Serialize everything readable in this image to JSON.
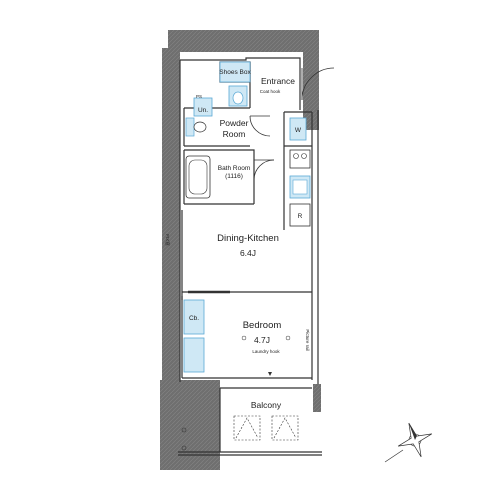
{
  "floorplan": {
    "rooms": {
      "shoes_box": "Shoes Box",
      "entrance": "Entrance",
      "coat_hook": "Coat hook",
      "ps": "PS",
      "un": "Un.",
      "powder_room_line1": "Powder",
      "powder_room_line2": "Room",
      "w": "W",
      "bath_room": "Bath Room",
      "bath_size": "(1116)",
      "r": "R",
      "dining_kitchen": "Dining-Kitchen",
      "dining_kitchen_size": "6.4J",
      "cb": "Cb.",
      "bedroom": "Bedroom",
      "bedroom_size": "4.7J",
      "laundry_hook": "Laundry hook",
      "picture_rail": "Picture rail",
      "balcony": "Balcony",
      "window_label": "FIX窓"
    },
    "colors": {
      "wall": "#6f6f6f",
      "fixture_fill": "#cfe8f5",
      "fixture_stroke": "#5aa9d6",
      "line": "#333333"
    },
    "compass_icon": "compass-rose-icon"
  }
}
